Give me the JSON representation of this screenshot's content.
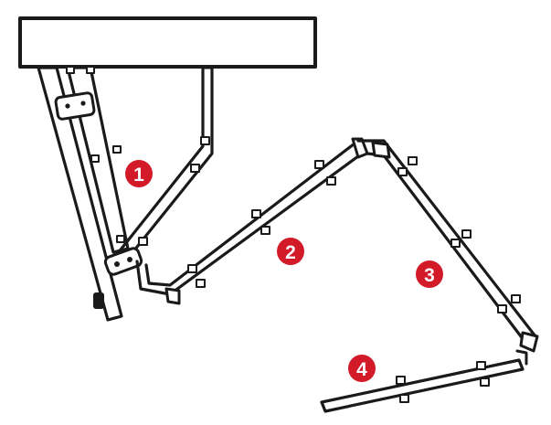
{
  "diagram": {
    "sections": [
      {
        "id": "section-1",
        "label": "1"
      },
      {
        "id": "section-2",
        "label": "2"
      },
      {
        "id": "section-3",
        "label": "3"
      },
      {
        "id": "section-4",
        "label": "4"
      }
    ]
  },
  "colors": {
    "line": "#1a1a1a",
    "fill": "#ffffff",
    "badge": "#d31a28",
    "badge_text": "#ffffff"
  }
}
